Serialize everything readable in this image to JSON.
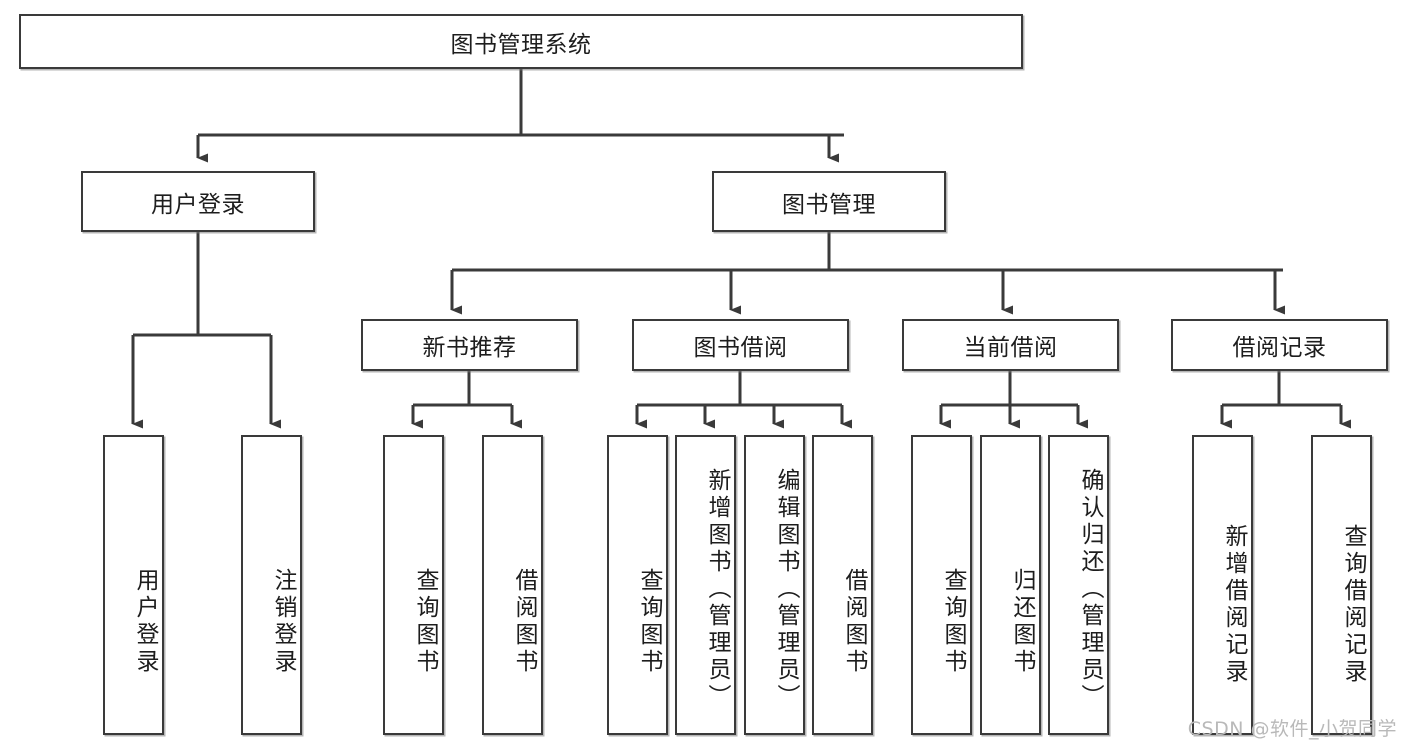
{
  "diagram": {
    "type": "tree",
    "title": "图书管理系统",
    "watermark": "CSDN @软件_小贺同学",
    "colors": {
      "box_stroke": "#3a3a3a",
      "box_fill": "#ffffff",
      "connector": "#3a3a3a",
      "text": "#1d1d1d",
      "watermark": "#b9b9b9",
      "background": "#ffffff"
    },
    "levels": {
      "root": {
        "label": "图书管理系统"
      },
      "level2": [
        {
          "label": "用户登录"
        },
        {
          "label": "图书管理"
        }
      ],
      "level3": [
        {
          "label": "新书推荐"
        },
        {
          "label": "图书借阅"
        },
        {
          "label": "当前借阅"
        },
        {
          "label": "借阅记录"
        }
      ],
      "leaves": {
        "user_login": [
          {
            "label": "用户登录"
          },
          {
            "label": "注销登录"
          }
        ],
        "new_book_recommend": [
          {
            "label": "查询图书"
          },
          {
            "label": "借阅图书"
          }
        ],
        "book_borrow": [
          {
            "label": "查询图书"
          },
          {
            "label": "新增图书（管理员）"
          },
          {
            "label": "编辑图书（管理员）"
          },
          {
            "label": "借阅图书"
          }
        ],
        "current_borrow": [
          {
            "label": "查询图书"
          },
          {
            "label": "归还图书"
          },
          {
            "label": "确认归还（管理员）"
          }
        ],
        "borrow_record": [
          {
            "label": "新增借阅记录"
          },
          {
            "label": "查询借阅记录"
          }
        ]
      }
    }
  }
}
